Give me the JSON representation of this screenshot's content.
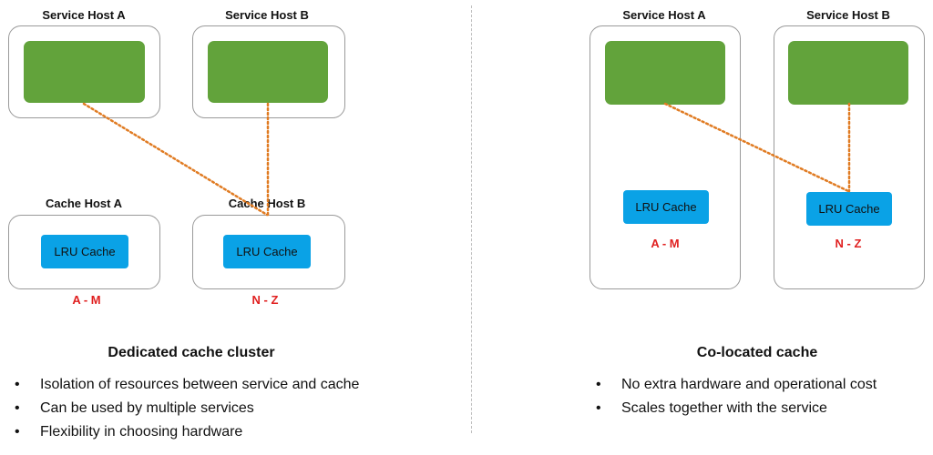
{
  "left": {
    "service_hosts": [
      "Service Host A",
      "Service Host B"
    ],
    "cache_hosts": [
      "Cache Host A",
      "Cache Host B"
    ],
    "cache_label": "LRU Cache",
    "ranges": [
      "A - M",
      "N - Z"
    ],
    "title": "Dedicated cache cluster",
    "bullets": [
      "Isolation of resources between service and cache",
      "Can be used by multiple services",
      "Flexibility in choosing hardware"
    ]
  },
  "right": {
    "service_hosts": [
      "Service Host A",
      "Service Host B"
    ],
    "cache_label": "LRU Cache",
    "ranges": [
      "A - M",
      "N - Z"
    ],
    "title": "Co-located cache",
    "bullets": [
      "No extra hardware and operational cost",
      "Scales together with the service"
    ]
  },
  "colors": {
    "service": "#62a33b",
    "cache": "#0aa2e6",
    "connector": "#e07b22",
    "range_text": "#e02020"
  },
  "bullet_glyph": "•"
}
